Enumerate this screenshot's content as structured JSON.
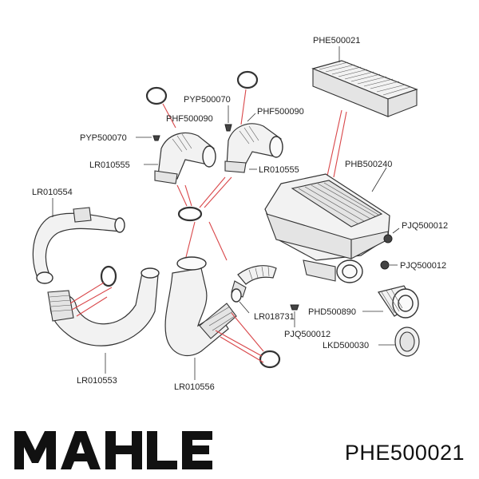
{
  "labels": {
    "phe500021": "PHE500021",
    "pyp500070_top": "PYP500070",
    "phf500090_left": "PHF500090",
    "phf500090_right": "PHF500090",
    "pyp500070_left": "PYP500070",
    "lr010555_left": "LR010555",
    "lr010555_right": "LR010555",
    "phb500240": "PHB500240",
    "lr010554": "LR010554",
    "pjq500012_a": "PJQ500012",
    "pjq500012_b": "PJQ500012",
    "lr018731": "LR018731",
    "phd500890": "PHD500890",
    "pjq500012_c": "PJQ500012",
    "lkd500030": "LKD500030",
    "lr010553": "LR010553",
    "lr010556": "LR010556"
  },
  "brand": {
    "logo_text": "MAHLE",
    "part_code": "PHE500021"
  },
  "colors": {
    "leader_red": "#d9474a",
    "brand_black": "#111111"
  }
}
